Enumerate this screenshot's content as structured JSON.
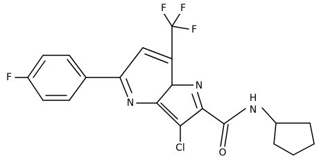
{
  "molecule": {
    "atoms": {
      "cf3_f_left": "F",
      "cf3_f_right_top": "F",
      "cf3_f_right_mid": "F",
      "aryl_f": "F",
      "pyrimidine_n": "N",
      "pyrazole_n": "N",
      "chloro": "Cl",
      "amide_nh": "N",
      "amide_h": "H",
      "amide_o": "O"
    }
  }
}
